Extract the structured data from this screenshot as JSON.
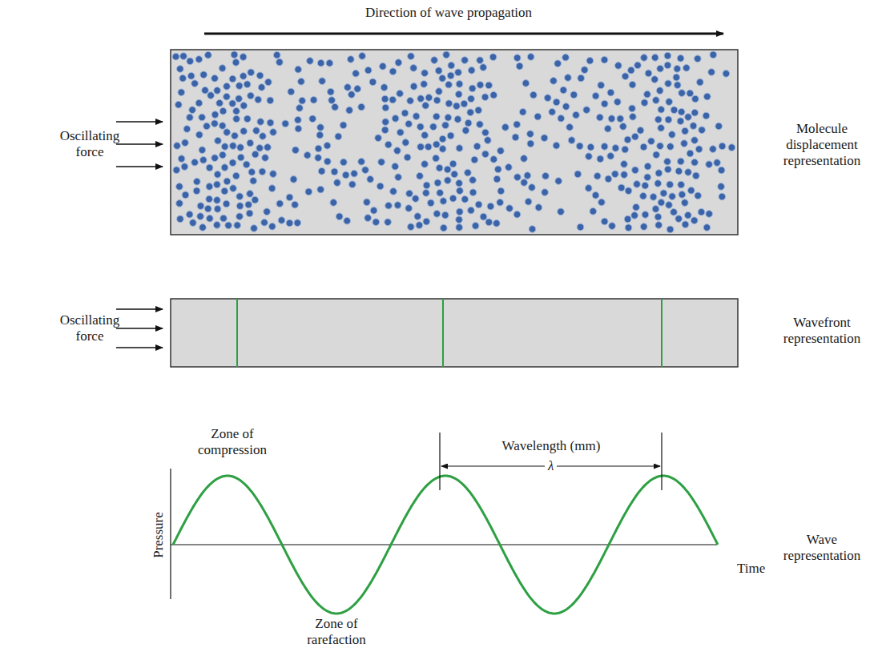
{
  "diagram": {
    "labels": [
      "Direction of wave propagation",
      "Oscillating force",
      "Molecule displacement representation",
      "Oscillating force",
      "Wavefront representation",
      "Zone of compression",
      "Wavelength (mm)",
      "λ",
      "Pressure",
      "Time",
      "Wave representation",
      "Zone of rarefaction"
    ]
  }
}
